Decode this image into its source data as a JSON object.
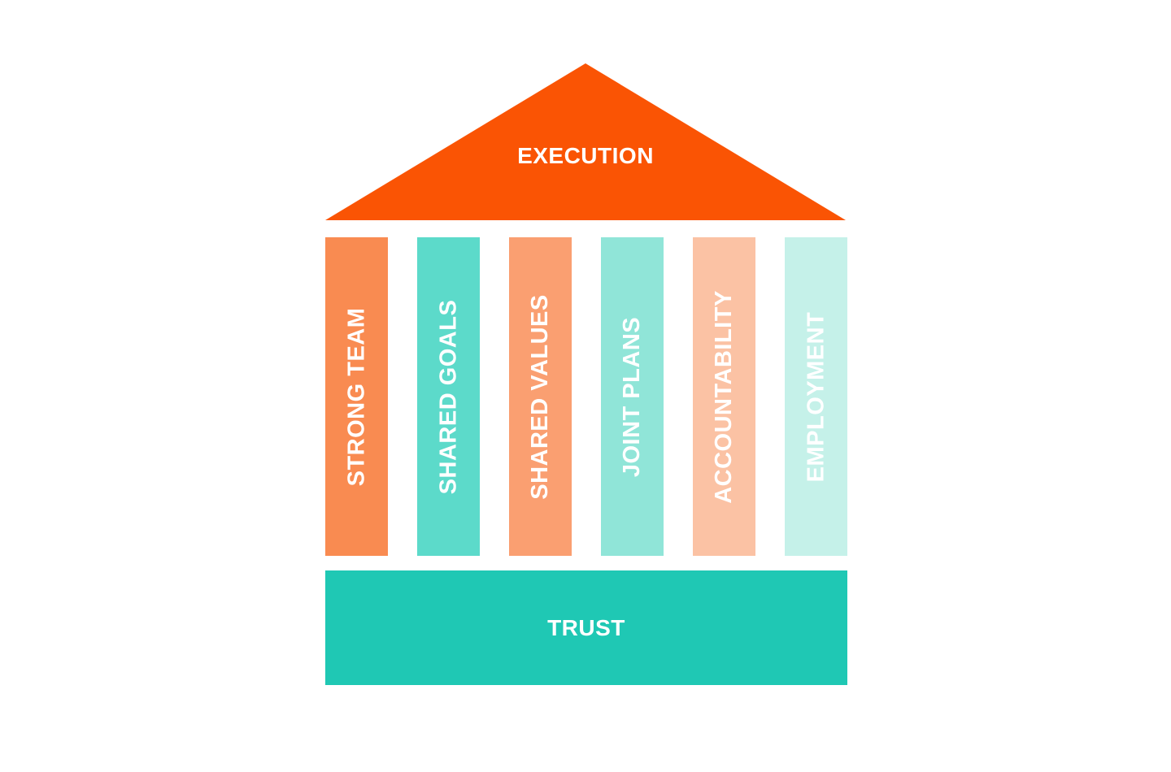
{
  "diagram": {
    "type": "temple-pillars",
    "text_color": "#FFFFFF",
    "background_color": "#FFFFFF",
    "roof": {
      "label": "EXECUTION",
      "color": "#FA5404"
    },
    "pillars": [
      {
        "label": "STRONG TEAM",
        "color": "#F98B51"
      },
      {
        "label": "SHARED GOALS",
        "color": "#5CDACA"
      },
      {
        "label": "SHARED VALUES",
        "color": "#FA9F71"
      },
      {
        "label": "JOINT PLANS",
        "color": "#90E5D8"
      },
      {
        "label": "ACCOUNTABILITY",
        "color": "#FBC2A4"
      },
      {
        "label": "EMPLOYMENT",
        "color": "#C5F1E9"
      }
    ],
    "base": {
      "label": "TRUST",
      "color": "#1FC8B4"
    }
  }
}
